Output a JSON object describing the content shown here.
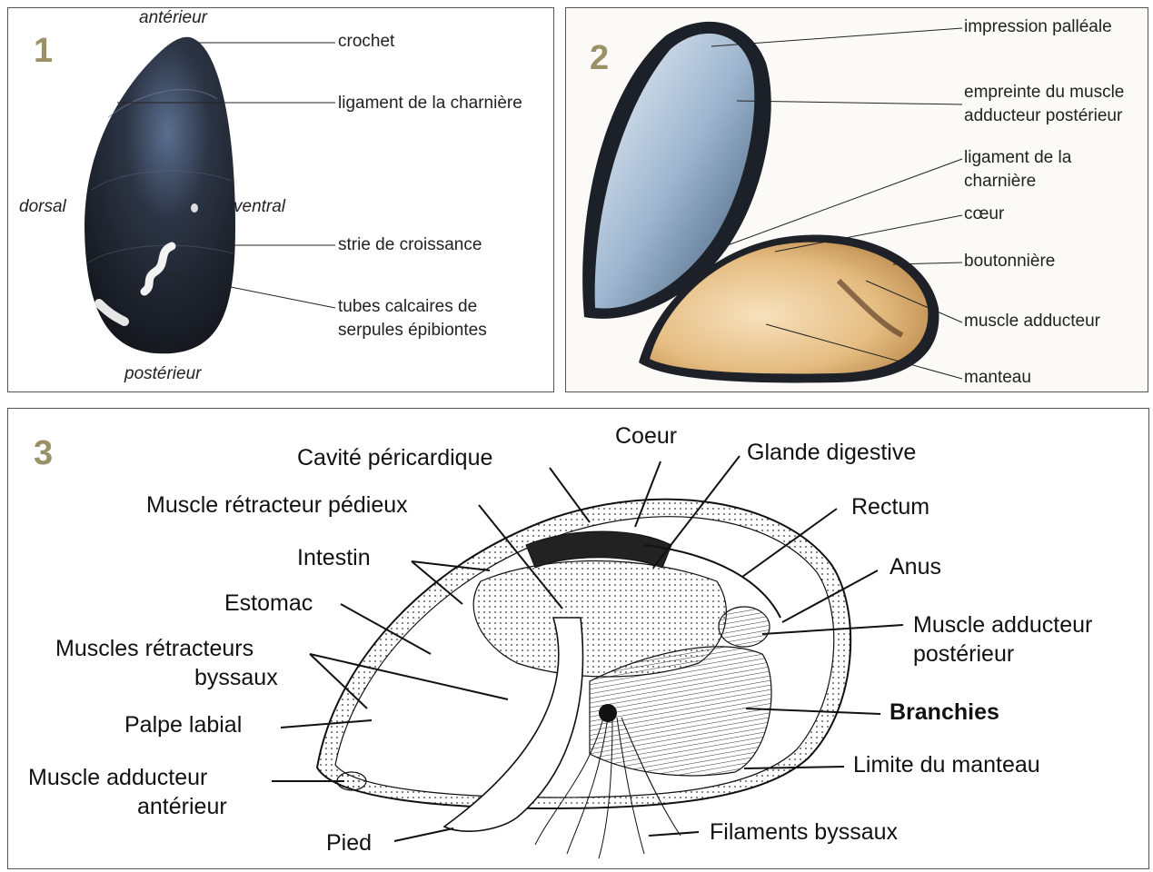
{
  "panel1": {
    "number": "1",
    "orientation": {
      "anterior": "antérieur",
      "posterior": "postérieur",
      "dorsal": "dorsal",
      "ventral": "ventral"
    },
    "labels": {
      "umbo": "crochet",
      "hinge_ligament": "ligament de la charnière",
      "growth_line": "strie de croissance",
      "serpulid_tubes_line1": "tubes calcaires de",
      "serpulid_tubes_line2": "serpules épibiontes"
    }
  },
  "panel2": {
    "number": "2",
    "labels": {
      "pallial_line": "impression palléale",
      "adductor_scar_line1": "empreinte du muscle",
      "adductor_scar_line2": "adducteur postérieur",
      "hinge_ligament_line1": "ligament de la",
      "hinge_ligament_line2": "charnière",
      "heart": "cœur",
      "buttonhole": "boutonnière",
      "adductor_muscle": "muscle adducteur",
      "mantle": "manteau"
    }
  },
  "panel3": {
    "number": "3",
    "labels": {
      "heart": "Coeur",
      "pericardial_cavity": "Cavité péricardique",
      "digestive_gland": "Glande digestive",
      "pedal_retractor": "Muscle rétracteur pédieux",
      "rectum": "Rectum",
      "intestine": "Intestin",
      "anus": "Anus",
      "stomach": "Estomac",
      "post_adductor_line1": "Muscle adducteur",
      "post_adductor_line2": "postérieur",
      "byssal_retractors_line1": "Muscles rétracteurs",
      "byssal_retractors_line2": "byssaux",
      "gills": "Branchies",
      "labial_palp": "Palpe labial",
      "mantle_edge": "Limite du manteau",
      "ant_adductor_line1": "Muscle adducteur",
      "ant_adductor_line2": "antérieur",
      "byssal_threads": "Filaments byssaux",
      "foot": "Pied"
    }
  },
  "colors": {
    "panel_number": "#9a9166",
    "shell_dark": "#1b1f26",
    "nacre": "#c9d7e6",
    "flesh": "#e8c48f"
  }
}
